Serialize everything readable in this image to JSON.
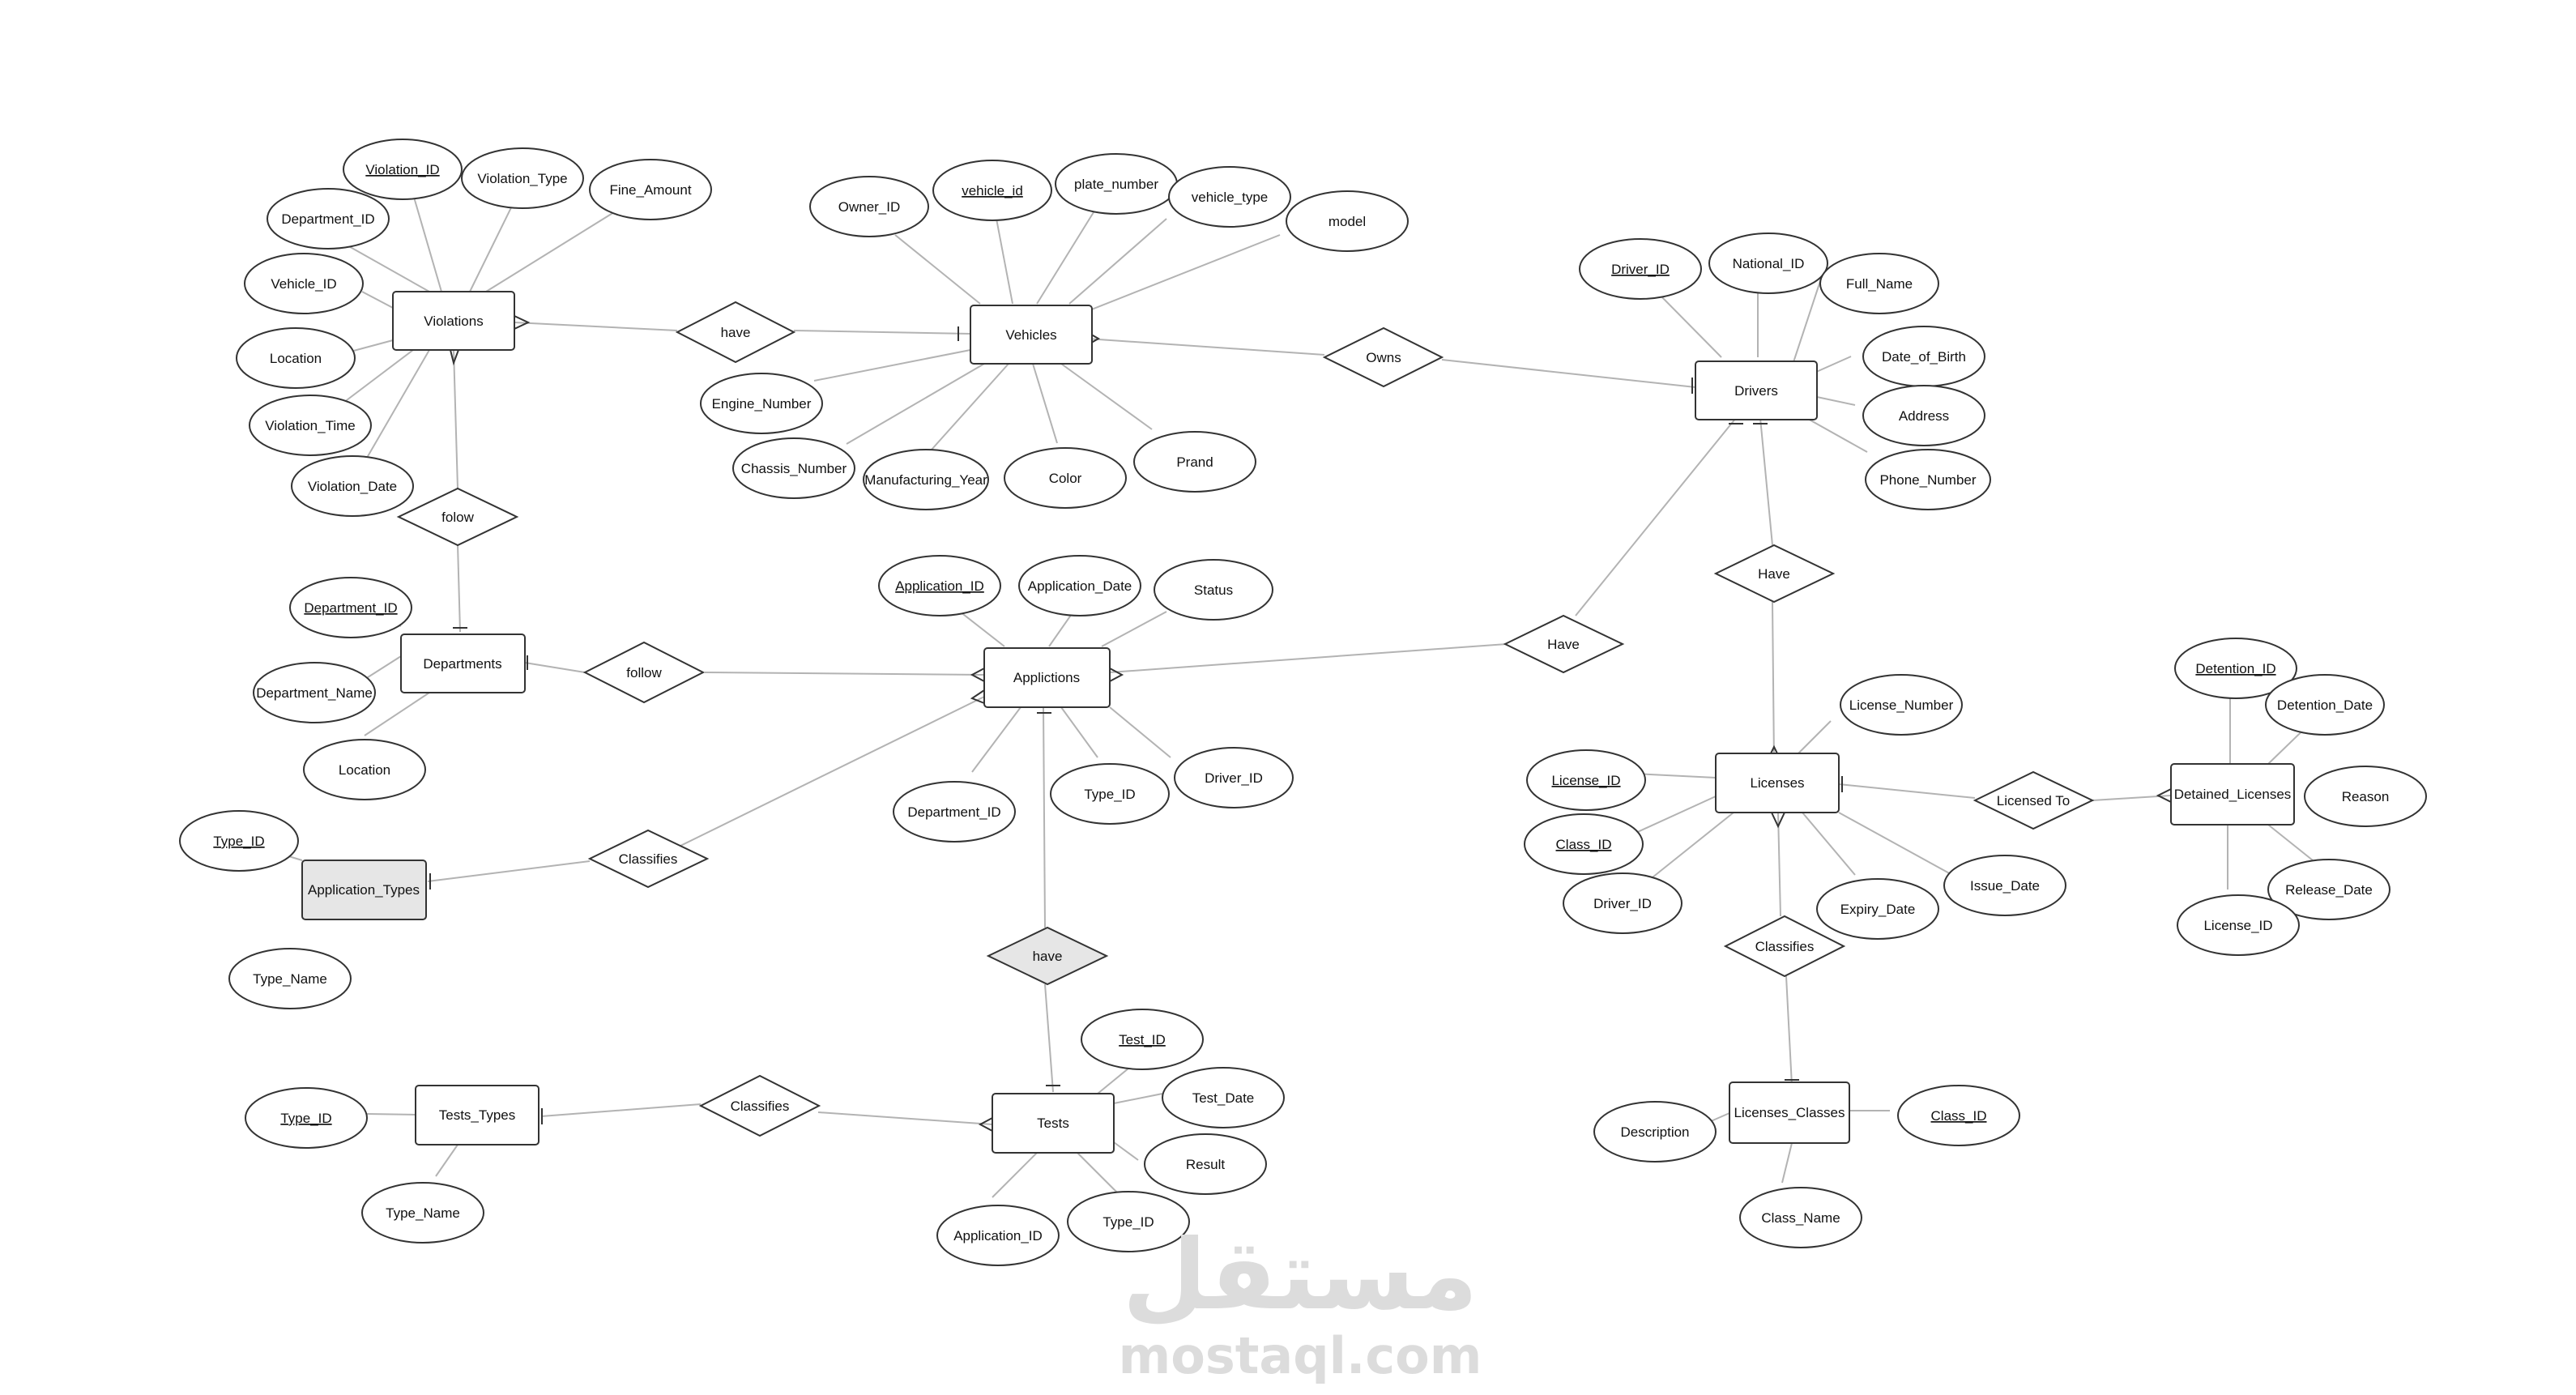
{
  "colors": {
    "stroke": "#333333",
    "line": "#b3b3b3",
    "fill": "#ffffff",
    "highlight": "#e6e6e6",
    "watermark": "#dcdcdc"
  },
  "entities": {
    "violations": "Violations",
    "vehicles": "Vehicles",
    "drivers": "Drivers",
    "departments": "Departments",
    "applications": "Applictions",
    "application_types": "Application_Types",
    "licenses": "Licenses",
    "detained_licenses": "Detained_Licenses",
    "tests_types": "Tests_Types",
    "tests": "Tests",
    "licenses_classes": "Licenses_Classes"
  },
  "relationships": {
    "violations_have_vehicles": "have",
    "vehicles_owns_drivers": "Owns",
    "violations_follow_departments": "folow",
    "departments_follow_applications": "follow",
    "applications_have_drivers": "Have",
    "drivers_have_licenses": "Have",
    "licenses_licensed_to": "Licensed To",
    "application_types_classifies": "Classifies",
    "applications_have_tests": "have",
    "licenses_classifies": "Classifies",
    "tests_types_classifies": "Classifies"
  },
  "attributes": {
    "violation_id": "Violation_ID",
    "violation_type": "Violation_Type",
    "fine_amount": "Fine_Amount",
    "violation_department_id": "Department_ID",
    "violation_vehicle_id": "Vehicle_ID",
    "violation_location": "Location",
    "violation_time": "Violation_Time",
    "violation_date": "Violation_Date",
    "owner_id": "Owner_ID",
    "vehicle_id": "vehicle_id",
    "plate_number": "plate_number",
    "vehicle_type": "vehicle_type",
    "model": "model",
    "engine_number": "Engine_Number",
    "chassis_number": "Chassis_Number",
    "manufacturing_year": "Manufacturing_Year",
    "color": "Color",
    "prand": "Prand",
    "driver_id": "Driver_ID",
    "national_id": "National_ID",
    "full_name": "Full_Name",
    "date_of_birth": "Date_of_Birth",
    "address": "Address",
    "phone_number": "Phone_Number",
    "department_id": "Department_ID",
    "department_name": "Department_Name",
    "department_location": "Location",
    "application_id": "Application_ID",
    "application_date": "Application_Date",
    "status": "Status",
    "app_department_id": "Department_ID",
    "app_type_id": "Type_ID",
    "app_driver_id": "Driver_ID",
    "apptype_type_id": "Type_ID",
    "apptype_type_name": "Type_Name",
    "license_number": "License_Number",
    "license_id": "License_ID",
    "license_class_id": "Class_ID",
    "license_driver_id": "Driver_ID",
    "expiry_date": "Expiry_Date",
    "issue_date": "Issue_Date",
    "detention_id": "Detention_ID",
    "detention_date": "Detention_Date",
    "reason": "Reason",
    "release_date": "Release_Date",
    "detained_license_id": "License_ID",
    "test_id": "Test_ID",
    "test_date": "Test_Date",
    "result": "Result",
    "test_type_id": "Type_ID",
    "test_application_id": "Application_ID",
    "testtype_type_id": "Type_ID",
    "testtype_type_name": "Type_Name",
    "description": "Description",
    "class_id": "Class_ID",
    "class_name": "Class_Name"
  },
  "watermark": {
    "arabic": "مستقل",
    "latin": "mostaql.com"
  }
}
